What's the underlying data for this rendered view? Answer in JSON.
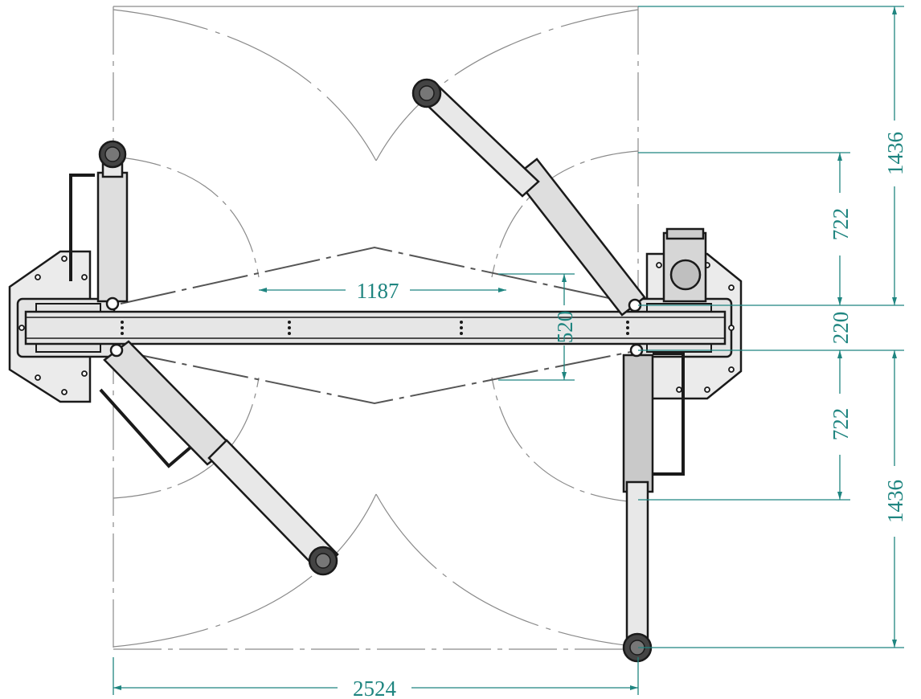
{
  "colors": {
    "dimension": "#1f8580",
    "outline": "#1a1a1a",
    "arm_fill": "#dedede",
    "plate_fill": "#ebebeb",
    "envelope": "#8a8a8a",
    "background": "#ffffff"
  },
  "dimensions": {
    "overall_width": "2524",
    "inner_span": "1187",
    "beam_width_vertical": "520",
    "beam_gap": "220",
    "upper_arm_reach": "722",
    "upper_total": "1436",
    "lower_arm_reach": "722",
    "lower_total": "1436"
  }
}
